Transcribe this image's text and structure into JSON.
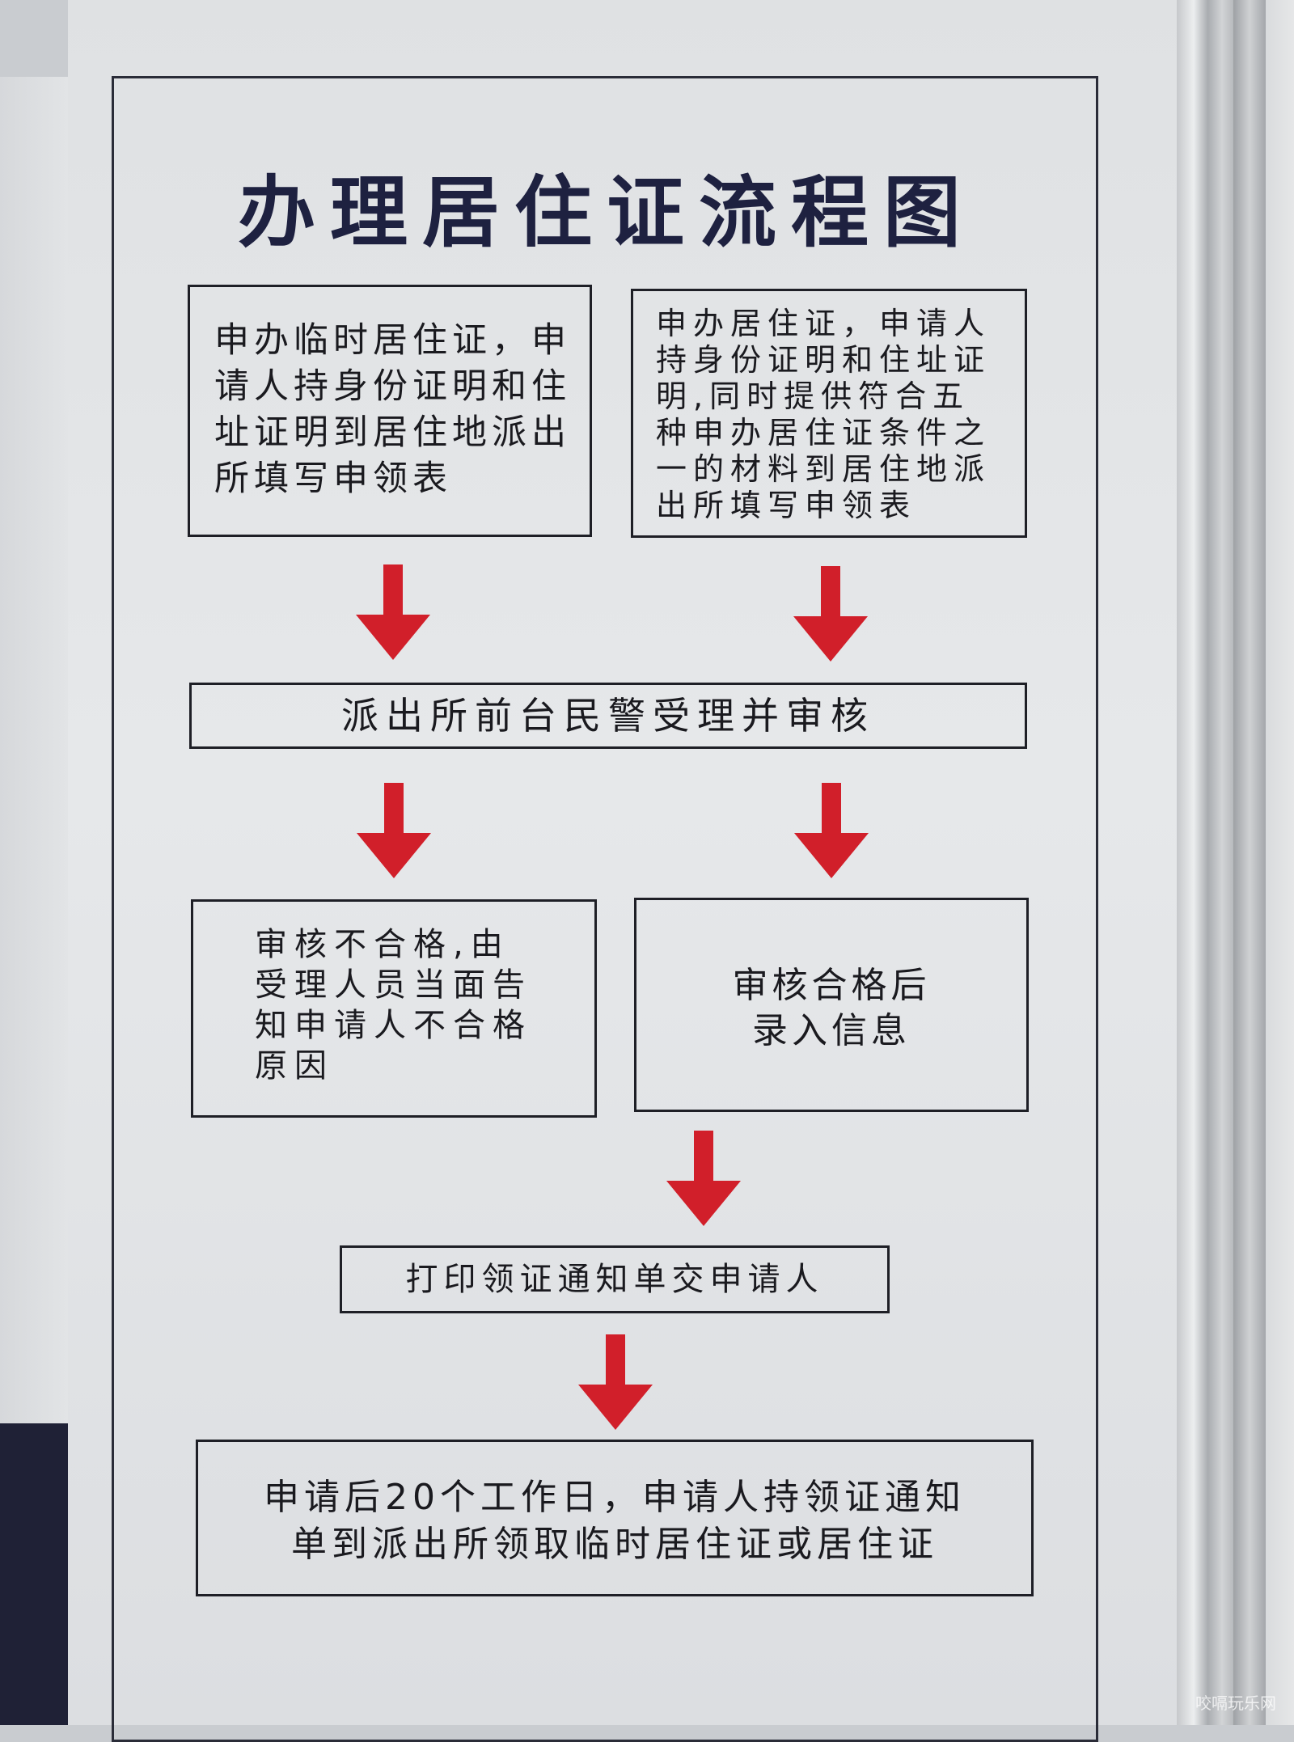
{
  "title": "办理居住证流程图",
  "steps": {
    "temp_apply": "申办临时居住证，申\n请人持身份证明和住\n址证明到居住地派出\n所填写申领表",
    "residence_apply": "申办居住证，申请人\n持身份证明和住址证\n明,同时提供符合五\n种申办居住证条件之\n一的材料到居住地派\n出所填写申领表",
    "police_review": "派出所前台民警受理并审核",
    "review_fail": "审核不合格,由\n受理人员当面告\n知申请人不合格\n原因",
    "review_pass": "审核合格后\n录入信息",
    "print_notice": "打印领证通知单交申请人",
    "collect": "申请后20个工作日，申请人持领证通知\n单到派出所领取临时居住证或居住证"
  },
  "watermark": "咬嗝玩乐网",
  "colors": {
    "arrow": "#d11f2a",
    "title": "#1e2140",
    "border": "#1e1f26"
  }
}
